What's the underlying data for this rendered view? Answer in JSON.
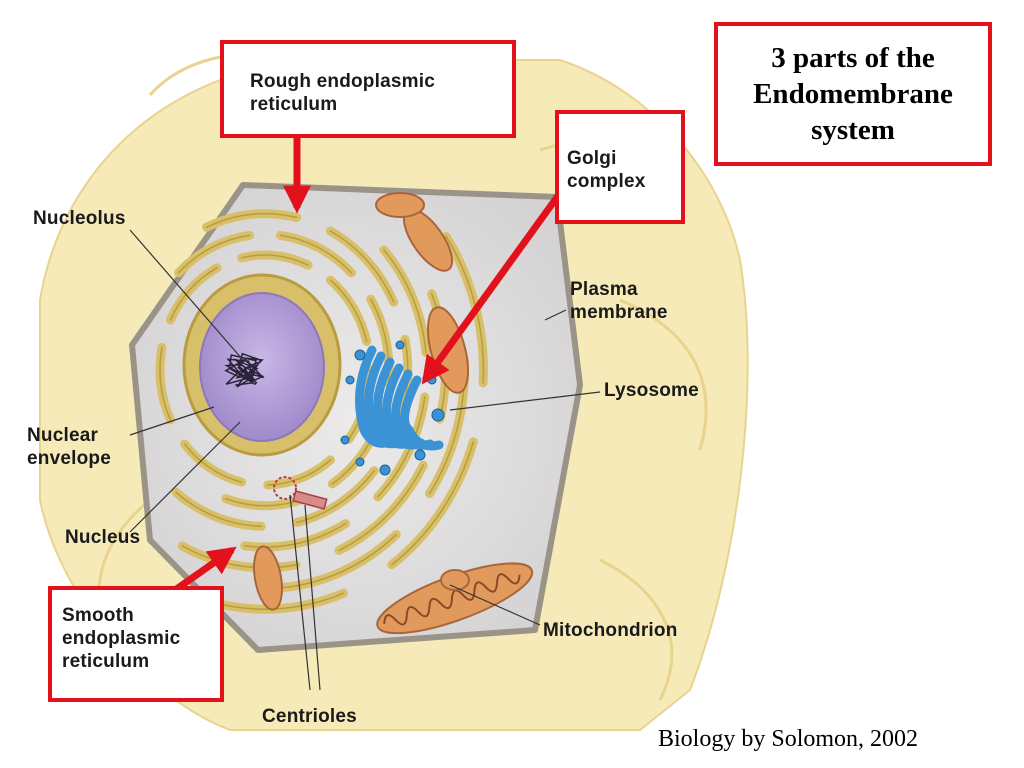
{
  "title": "3 parts of the\nEndomembrane\nsystem",
  "credit": "Biology by Solomon, 2002",
  "labels": {
    "rough_er": "Rough endoplasmic\nreticulum",
    "golgi": "Golgi\ncomplex",
    "nucleolus": "Nucleolus",
    "plasma_membrane": "Plasma\nmembrane",
    "lysosome": "Lysosome",
    "nuclear_envelope": "Nuclear\nenvelope",
    "nucleus": "Nucleus",
    "smooth_er": "Smooth\nendoplasmic\nreticulum",
    "mitochondrion": "Mitochondrion",
    "centrioles": "Centrioles"
  },
  "colors": {
    "highlight": "#e3111b",
    "cytoplasm": "#e2e0e0",
    "er": "#d8c06a",
    "golgi": "#3b93d6",
    "nucleus": "#b9a4d8",
    "mitochondrion": "#e29a5c",
    "neighbor_cells": "#f6eab9"
  }
}
